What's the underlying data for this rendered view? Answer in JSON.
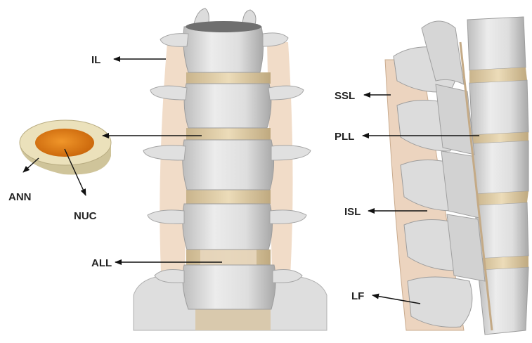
{
  "labels": {
    "il": "IL",
    "ann": "ANN",
    "nuc": "NUC",
    "all": "ALL",
    "ssl": "SSL",
    "pll": "PLL",
    "isl": "ISL",
    "lf": "LF"
  },
  "colors": {
    "bone": "#dcdcdc",
    "bone_shadow": "#a9a9a9",
    "disc": "#e3cfa8",
    "ligament": "#edd5be",
    "nucleus": "#e07a10",
    "annulus": "#e9dfb8",
    "arrow": "#111111"
  }
}
